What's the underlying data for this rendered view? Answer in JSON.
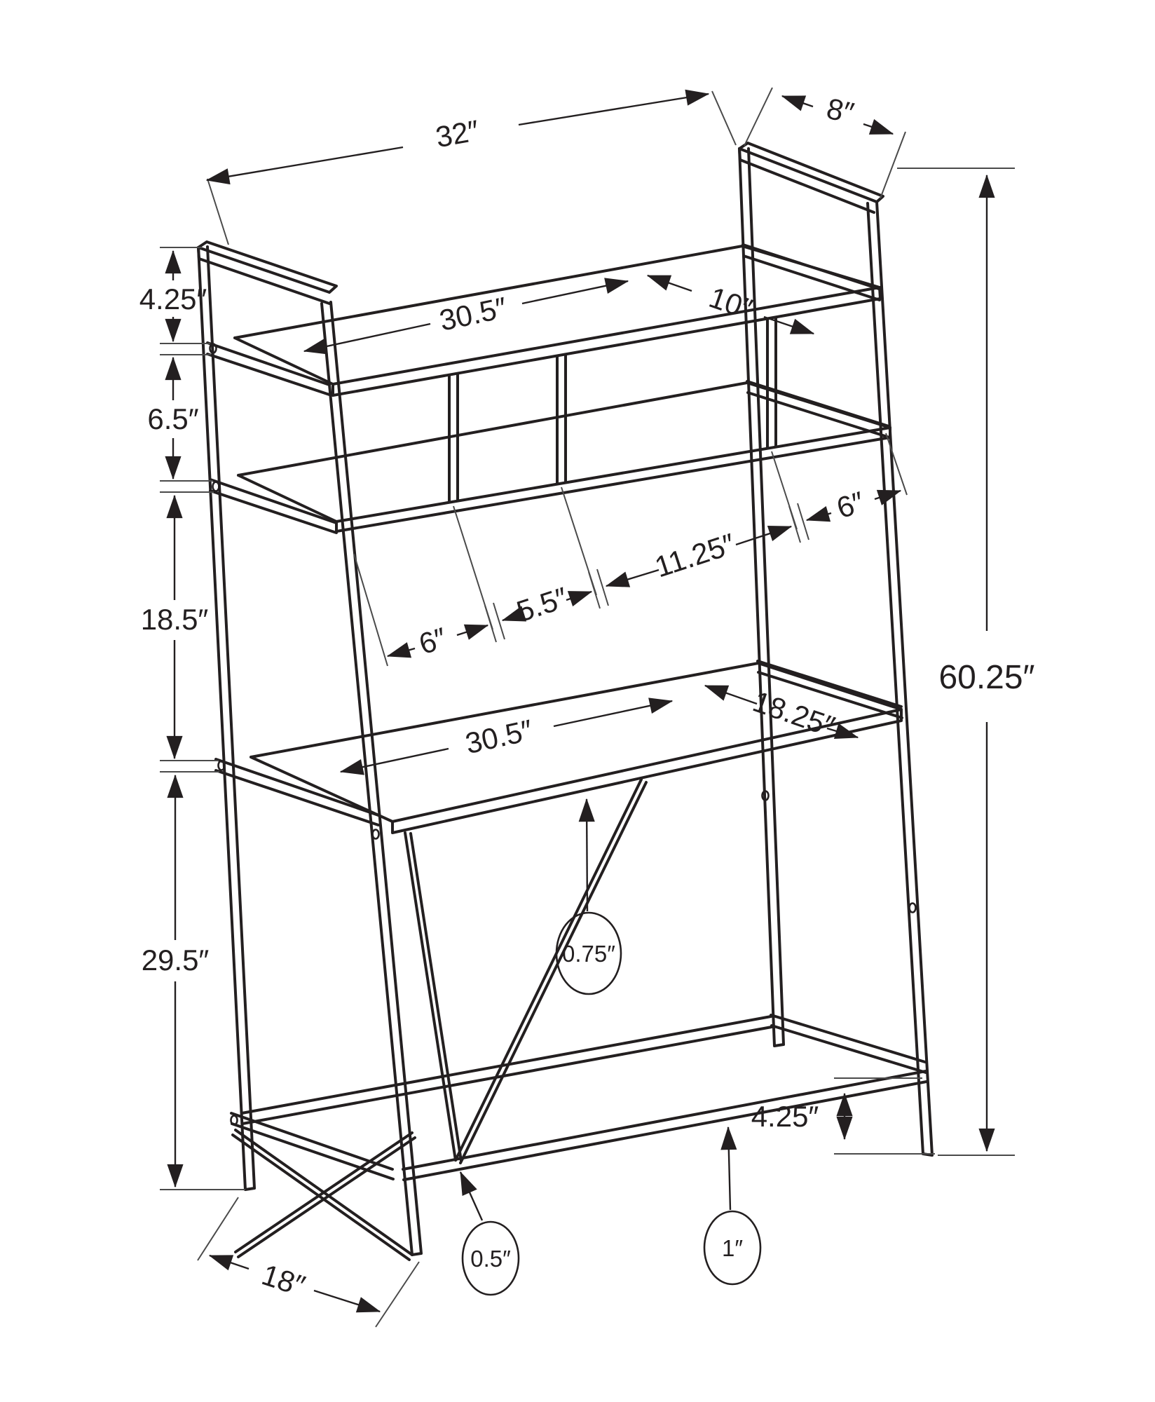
{
  "figure": {
    "type": "technical-dimension-drawing",
    "subject": "ladder-style desk with hutch shelf and cubby storage",
    "units": "inches",
    "line_color": "#231f20",
    "background_color": "#ffffff"
  },
  "dimensions": {
    "top_width": "32″",
    "top_depth": "8″",
    "gap_top": "4.25″",
    "gap_shelf": "6.5″",
    "gap_desk": "18.5″",
    "desk_height": "29.5″",
    "hutch_shelf_length": "30.5″",
    "hutch_shelf_depth": "10″",
    "cubby_1": "6″",
    "cubby_2": "5.5″",
    "cubby_3": "11.25″",
    "cubby_4": "6″",
    "desk_length": "30.5″",
    "desk_depth": "18.25″",
    "overall_height": "60.25″",
    "desk_top_thickness": "0.75″",
    "brace_thickness": "0.5″",
    "stretcher_thickness": "1″",
    "foot_clearance": "4.25″",
    "base_depth": "18″"
  }
}
